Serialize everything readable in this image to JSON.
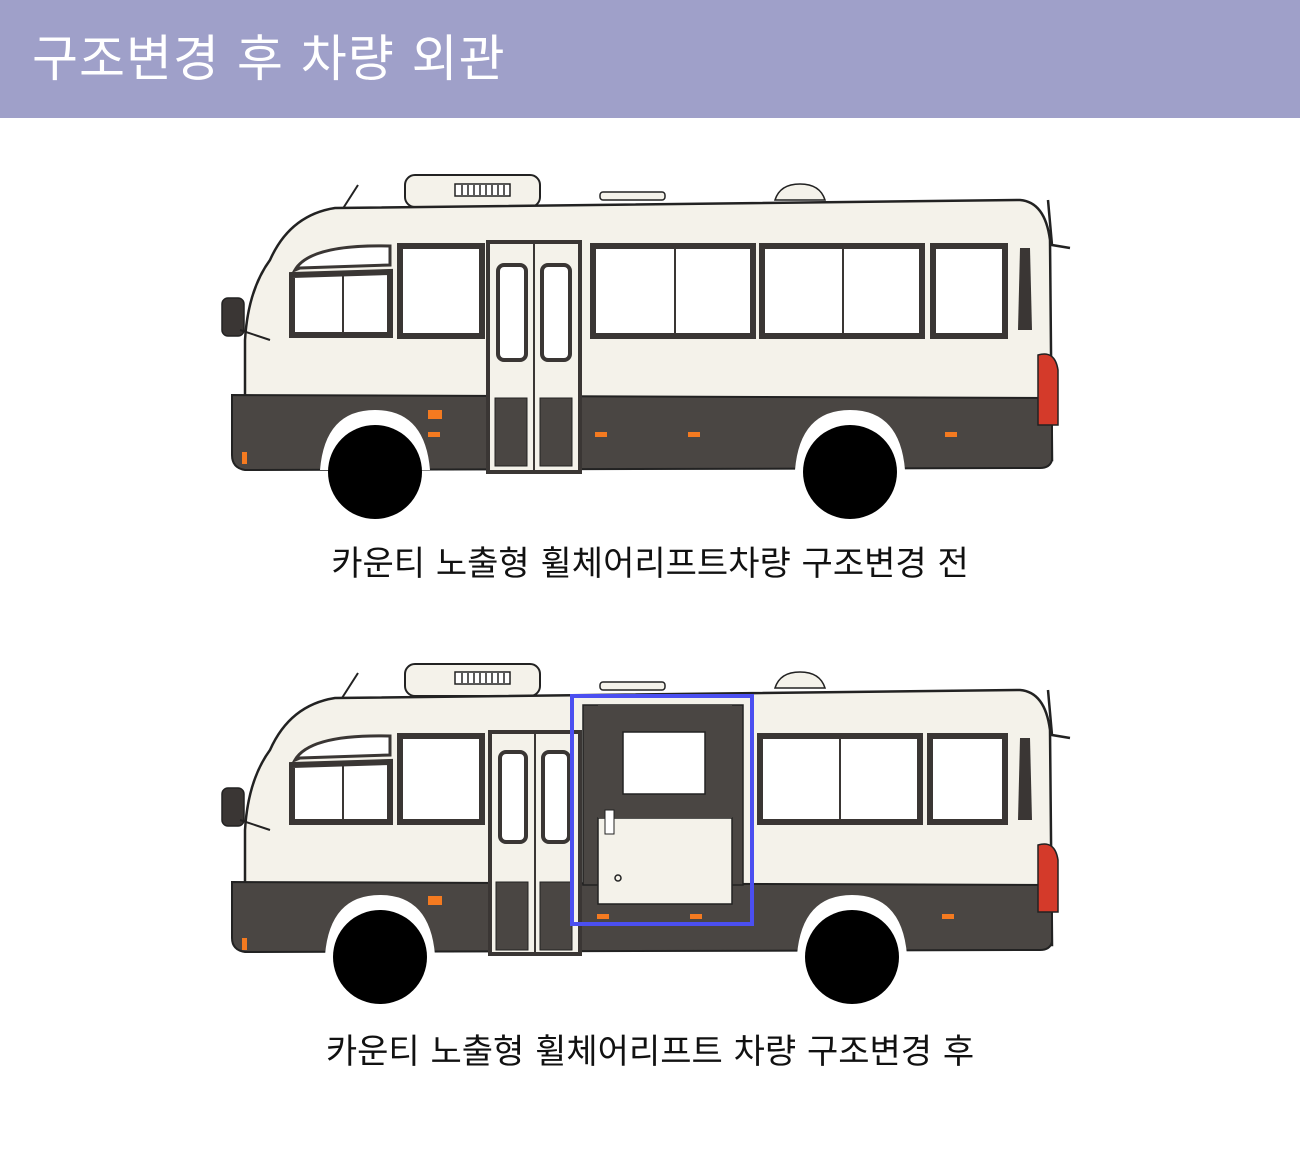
{
  "header": {
    "title": "구조변경 후 차량 외관"
  },
  "captions": {
    "before": "카운티 노출형 휠체어리프트차량 구조변경 전",
    "after": "카운티 노출형 휠체어리프트 차량 구조변경 후"
  },
  "colors": {
    "header_bg": "#9fa0c9",
    "body_white": "#f4f2ea",
    "body_dark": "#4a4643",
    "highlight": "#4b4ff0",
    "marker": "#f47a20",
    "tail_light": "#d43a2a"
  }
}
